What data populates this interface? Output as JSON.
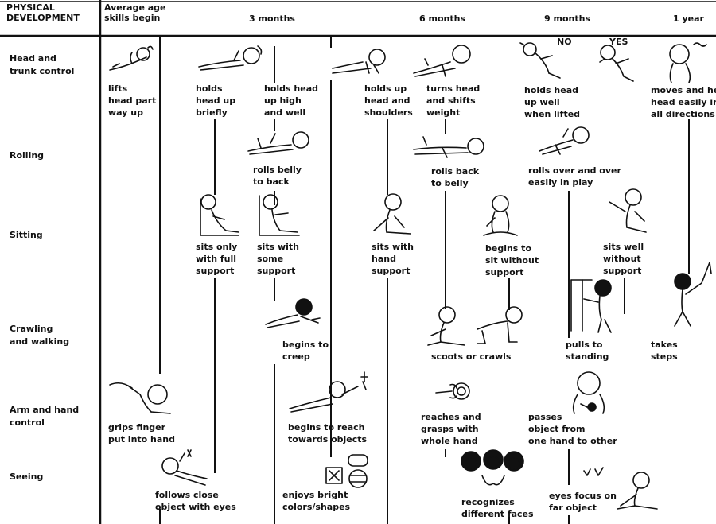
{
  "header": {
    "corner_line1": "PHYSICAL",
    "corner_line2": "DEVELOPMENT",
    "age_line1": "Average age",
    "age_line2": "skills begin",
    "ages": [
      "3 months",
      "6 months",
      "9 months",
      "1 year"
    ]
  },
  "rows": {
    "head": [
      "Head and",
      "trunk control"
    ],
    "rolling": [
      "Rolling"
    ],
    "sitting": [
      "Sitting"
    ],
    "crawling": [
      "Crawling",
      "and walking"
    ],
    "arm": [
      "Arm and hand",
      "control"
    ],
    "seeing": [
      "Seeing"
    ]
  },
  "posture_labels": {
    "no": "NO",
    "yes": "YES"
  },
  "milestones": {
    "lifts_head": [
      "lifts",
      "head part",
      "way up"
    ],
    "holds_briefly": [
      "holds",
      "head up",
      "briefly"
    ],
    "holds_high": [
      "holds head",
      "up high",
      "and well"
    ],
    "holds_shoulders": [
      "holds up",
      "head and",
      "shoulders"
    ],
    "turns_head": [
      "turns head",
      "and shifts",
      "weight"
    ],
    "holds_lifted": [
      "holds head",
      "up well",
      "when lifted"
    ],
    "moves_head": [
      "moves and he",
      "head easily in",
      "all directions"
    ],
    "rolls_belly": [
      "rolls belly",
      "to back"
    ],
    "rolls_back": [
      "rolls back",
      "to belly"
    ],
    "rolls_over": [
      "rolls over and over",
      "easily in play"
    ],
    "sits_full": [
      "sits only",
      "with full",
      "support"
    ],
    "sits_some": [
      "sits with",
      "some",
      "support"
    ],
    "sits_hand": [
      "sits with",
      "hand",
      "support"
    ],
    "sits_without": [
      "begins to",
      "sit without",
      "support"
    ],
    "sits_well": [
      "sits well",
      "without",
      "support"
    ],
    "creep": [
      "begins to",
      "creep"
    ],
    "scoots": [
      "scoots or crawls"
    ],
    "pulls": [
      "pulls to",
      "standing"
    ],
    "steps": [
      "takes",
      "steps"
    ],
    "grips": [
      "grips finger",
      "put into hand"
    ],
    "reach": [
      "begins to reach",
      "towards objects"
    ],
    "grasps": [
      "reaches and",
      "grasps with",
      "whole hand"
    ],
    "passes": [
      "passes",
      "object from",
      "one hand to other"
    ],
    "follows": [
      "follows close",
      "object with eyes"
    ],
    "colors": [
      "enjoys bright",
      "colors/shapes"
    ],
    "faces": [
      "recognizes",
      "different faces"
    ],
    "focus": [
      "eyes focus on",
      "far object"
    ]
  }
}
